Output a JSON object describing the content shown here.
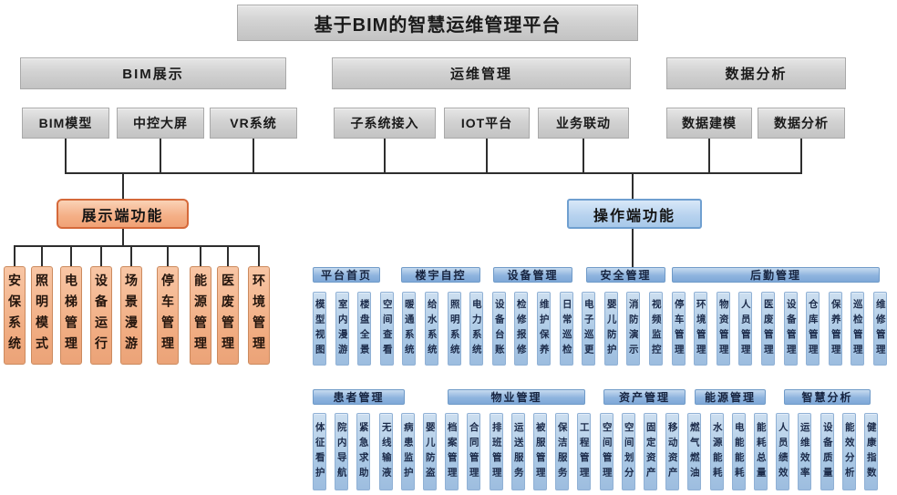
{
  "title": "基于BIM的智慧运维管理平台",
  "level2": [
    {
      "label": "BIM展示"
    },
    {
      "label": "运维管理"
    },
    {
      "label": "数据分析"
    }
  ],
  "level3": [
    {
      "label": "BIM模型"
    },
    {
      "label": "中控大屏"
    },
    {
      "label": "VR系统"
    },
    {
      "label": "子系统接入"
    },
    {
      "label": "IOT平台"
    },
    {
      "label": "业务联动"
    },
    {
      "label": "数据建模"
    },
    {
      "label": "数据分析"
    }
  ],
  "display_branch": {
    "node": "展示端功能",
    "children": [
      "安保系统",
      "照明模式",
      "电梯管理",
      "设备运行",
      "场景漫游",
      "停车管理",
      "能源管理",
      "医废管理",
      "环境管理"
    ]
  },
  "operation_branch": {
    "node": "操作端功能",
    "rows": [
      {
        "groups": [
          {
            "header": "平台首页",
            "items": [
              "模型视图",
              "室内漫游",
              "楼盘全景",
              "空间查看"
            ]
          },
          {
            "header": "楼宇自控",
            "items": [
              "暖通系统",
              "给水系统",
              "照明系统",
              "电力系统"
            ]
          },
          {
            "header": "设备管理",
            "items": [
              "设备台账",
              "检修报修",
              "维护保养",
              "日常巡检"
            ]
          },
          {
            "header": "安全管理",
            "items": [
              "电子巡更",
              "婴儿防护",
              "消防演示",
              "视频监控"
            ]
          },
          {
            "header": "后勤管理",
            "items": [
              "停车管理",
              "环境管理",
              "物资管理",
              "人员管理",
              "医废管理",
              "设备管理",
              "仓库管理",
              "保养管理",
              "巡检管理",
              "维修管理"
            ]
          }
        ]
      },
      {
        "groups": [
          {
            "header": "患者管理",
            "items": [
              "体征看护",
              "院内导航",
              "紧急求助",
              "无线输液",
              "病患监护",
              "婴儿防盗"
            ]
          },
          {
            "header": "物业管理",
            "items": [
              "档案管理",
              "合同管理",
              "排班管理",
              "运送服务",
              "被服管理",
              "保洁服务",
              "工程管理"
            ]
          },
          {
            "header": "资产管理",
            "items": [
              "空间管理",
              "空间划分",
              "固定资产",
              "移动资产"
            ]
          },
          {
            "header": "能源管理",
            "items": [
              "燃气燃油",
              "水源能耗",
              "电能能耗",
              "能耗总量"
            ]
          },
          {
            "header": "智慧分析",
            "items": [
              "人员绩效",
              "运维效率",
              "设备质量",
              "能效分析",
              "健康指数"
            ]
          }
        ]
      }
    ]
  },
  "colors": {
    "gray_box": "#d2d2d2",
    "orange_fill": "#f4ae85",
    "orange_border": "#d5693a",
    "blue_node_fill": "#b5d1ee",
    "blue_node_border": "#6f9fd0",
    "blue_header_fill": "#8fb4de",
    "blue_item_fill": "#accae6",
    "connector_line": "#2e2e2e"
  }
}
